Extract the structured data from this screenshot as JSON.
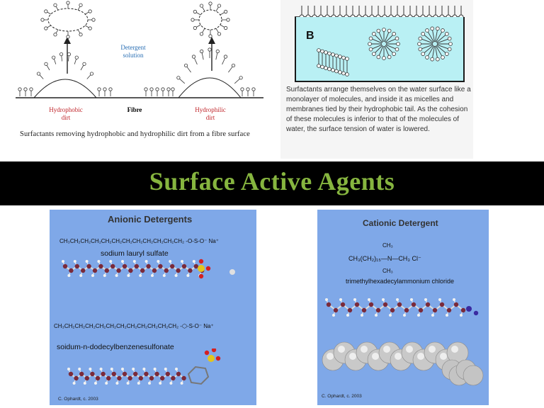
{
  "diagram": {
    "detergent_label": "Detergent\nsolution",
    "hydrophobic_label": "Hydrophobic\ndirt",
    "fibre_label": "Fibre",
    "hydrophilic_label": "Hydrophilic\ndirt",
    "caption": "Surfactants removing hydrophobic and hydrophilic dirt from a fibre surface"
  },
  "micelle_panel": {
    "letter": "B",
    "description": "Surfactants arrange themselves on the water surface like a monolayer of molecules, and inside it as micelles and membranes tied by their hydrophobic tail. As the cohesion of these molecules is inferior to that of the molecules of water, the surface tension of water is lowered."
  },
  "title": "Surface Active Agents",
  "anionic": {
    "heading": "Anionic Detergents",
    "formula1": "CH₃CH₂CH₂CH₂CH₂CH₂CH₂CH₂CH₂CH₂CH₂CH₂ -O-S-O⁻ Na⁺",
    "name1": "sodium lauryl sulfate",
    "formula2": "CH₃CH₂CH₂CH₂CH₂CH₂CH₂CH₂CH₂CH₂CH₂CH₂ -⬡-S-O⁻ Na⁺",
    "name2": "soidum-n-dodecylbenzenesulfonate",
    "credit": "C. Ophardt, c. 2003"
  },
  "cationic": {
    "heading": "Cationic Detergent",
    "formula_top": "CH₃",
    "formula_main": "CH₃(CH₂)₁₅—N—CH₃  Cl⁻",
    "formula_bottom": "CH₃",
    "name": "trimethylhexadecylammonium chloride",
    "credit": "C. Ophardt, c. 2003"
  },
  "colors": {
    "title_green": "#86b53f",
    "panel_blue": "#7fa8e8",
    "water": "#b9f0f4",
    "carbon": "#7a2a3a",
    "oxygen": "#d42020",
    "sulfur": "#e3c51c"
  }
}
